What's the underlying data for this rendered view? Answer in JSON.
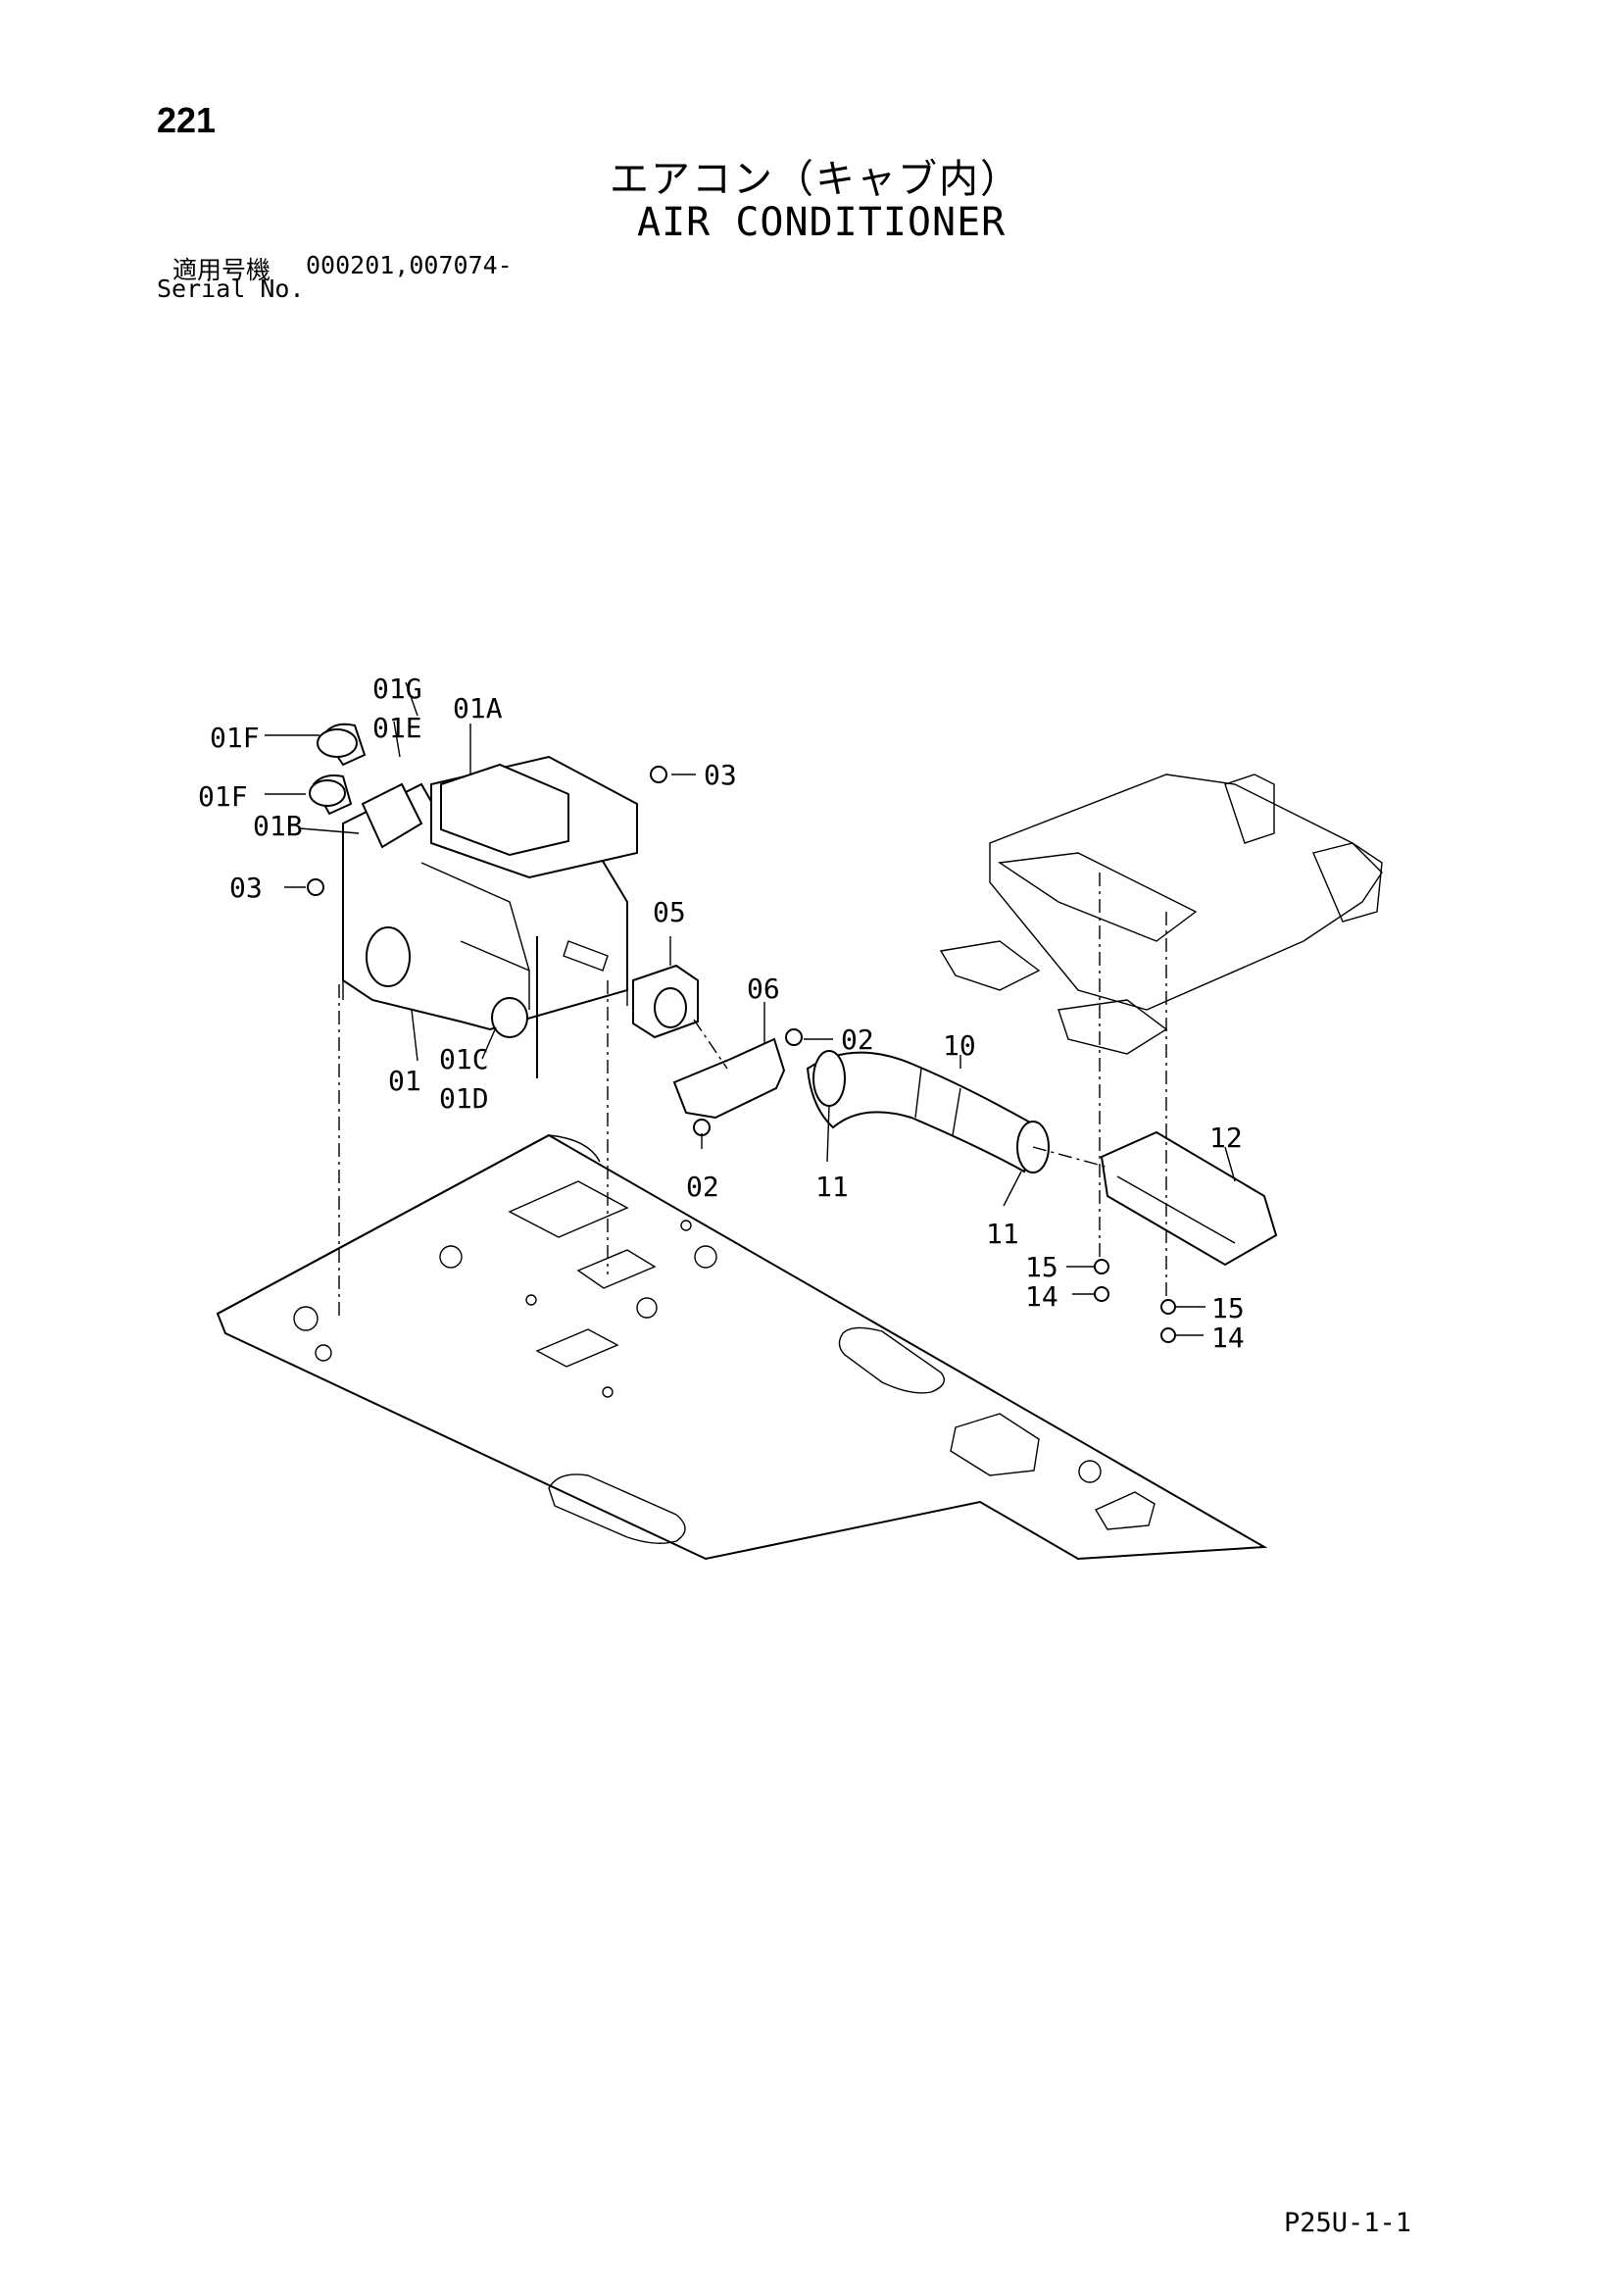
{
  "header": {
    "page_number": "221",
    "title_jp": "エアコン（キャブ内）",
    "title_en": "AIR CONDITIONER",
    "serial_label_jp": "適用号機",
    "serial_value": "000201,007074-",
    "serial_label_en": "Serial No."
  },
  "callouts": {
    "c01": "01",
    "c01A": "01A",
    "c01B": "01B",
    "c01C": "01C",
    "c01D": "01D",
    "c01E": "01E",
    "c01F_top": "01F",
    "c01F_bottom": "01F",
    "c01G": "01G",
    "c02_right": "02",
    "c02_bottom": "02",
    "c03_right": "03",
    "c03_left": "03",
    "c05": "05",
    "c06": "06",
    "c10": "10",
    "c11_left": "11",
    "c11_right": "11",
    "c12": "12",
    "c14_left": "14",
    "c14_right": "14",
    "c15_left": "15",
    "c15_right": "15"
  },
  "footer": {
    "page_code": "P25U-1-1"
  }
}
